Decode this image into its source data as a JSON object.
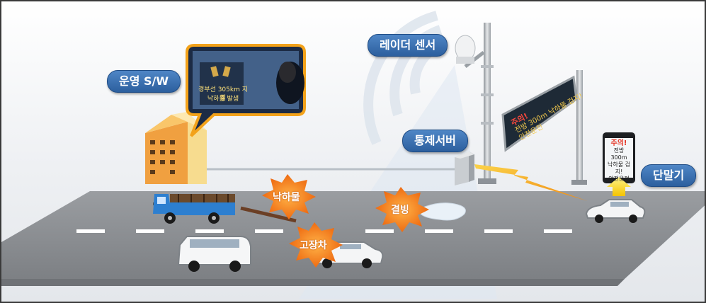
{
  "labels": {
    "operation_sw": "운영 S/W",
    "radar_sensor": "레이더 센서",
    "control_server": "통제서버",
    "terminal": "단말기"
  },
  "incidents": {
    "falling_object": "낙하물",
    "broken_vehicle": "고장차",
    "icing": "결빙"
  },
  "monitor_screen": {
    "line1": "경부선 305km 지점",
    "line2": "낙하물 발생"
  },
  "vms_sign": {
    "warning": "주의!",
    "line1": "전방 300m 낙하물 검지!",
    "line2": "안전운전"
  },
  "phone_screen": {
    "warning": "주의!",
    "line1": "전방 300m",
    "line2": "낙하물 검지!",
    "line3": "안전운전"
  },
  "colors": {
    "label_pill": "#2f64a8",
    "burst": "#f07a1c",
    "road": "#8c8f93",
    "lightning": "#f4a51c"
  }
}
